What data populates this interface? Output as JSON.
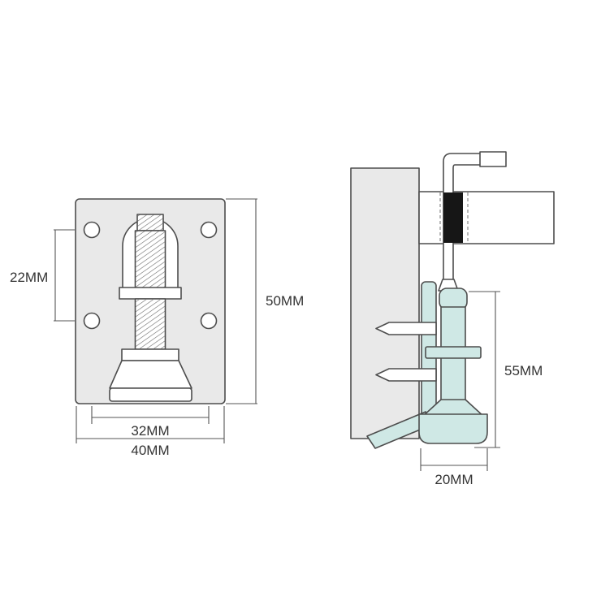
{
  "labels": {
    "front": {
      "hole_spacing_v": "22MM",
      "height": "50MM",
      "inner_width": "32MM",
      "outer_width": "40MM"
    },
    "side": {
      "height": "55MM",
      "foot_width": "20MM"
    }
  },
  "colors": {
    "plate_fill": "#e9e9e9",
    "part_fill": "#cfe8e5",
    "outline": "#4d4d4d",
    "band_fill": "#161616",
    "label_text": "#333333"
  }
}
